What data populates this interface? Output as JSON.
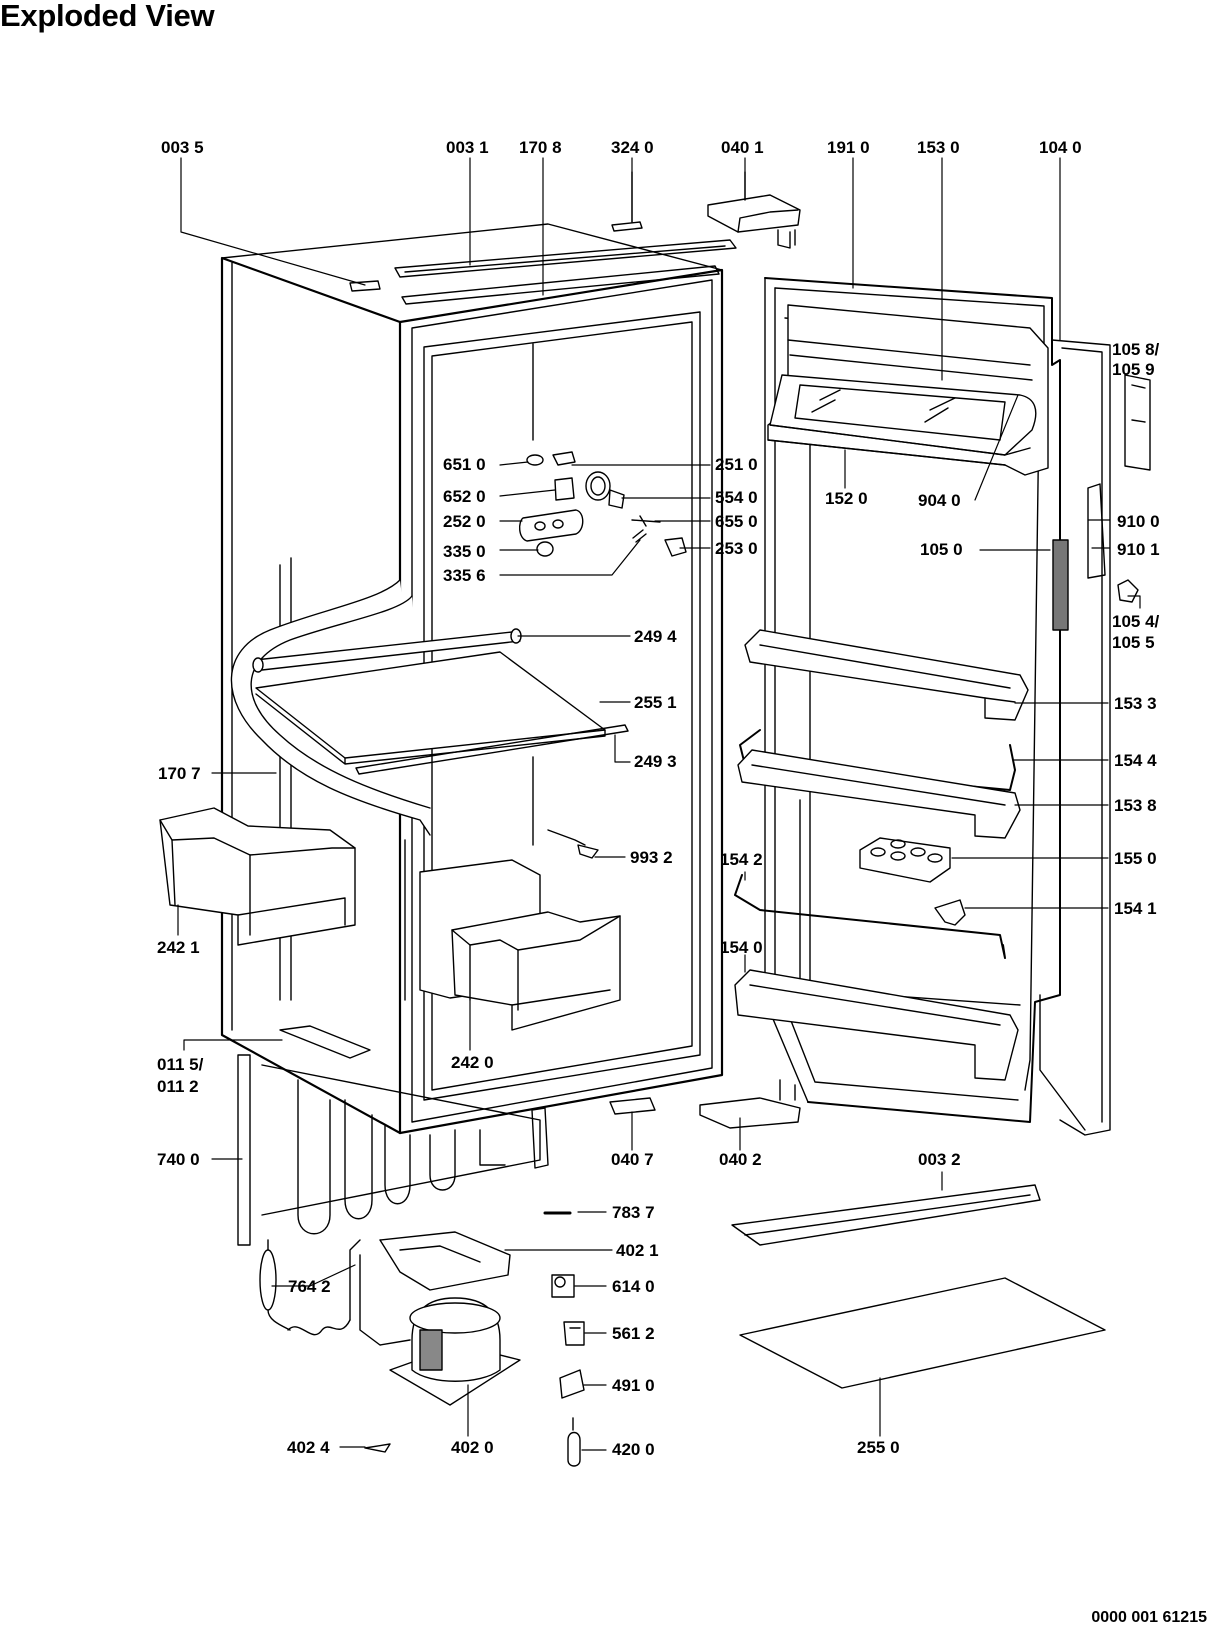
{
  "title": "Exploded View",
  "doc_number": "0000 001 61215",
  "labels": {
    "p0035": "003 5",
    "p0031": "003 1",
    "p1708": "170 8",
    "p3240": "324 0",
    "p0401": "040 1",
    "p1910": "191 0",
    "p1530": "153 0",
    "p1040": "104 0",
    "p1058": "105 8/",
    "p1059": "105 9",
    "p6510": "651 0",
    "p2510": "251 0",
    "p6520": "652 0",
    "p5540": "554 0",
    "p2520": "252 0",
    "p6550": "655 0",
    "p3350": "335 0",
    "p2530": "253 0",
    "p3356": "335 6",
    "p1520": "152 0",
    "p9040": "904 0",
    "p9100": "910 0",
    "p1050": "105 0",
    "p9101": "910 1",
    "p1054": "105 4/",
    "p1055": "105 5",
    "p2494": "249 4",
    "p2551": "255 1",
    "p1533": "153 3",
    "p2493": "249 3",
    "p1707": "170 7",
    "p1544": "154 4",
    "p1538": "153 8",
    "p9932": "993 2",
    "p1542": "154 2",
    "p1550": "155 0",
    "p1541": "154 1",
    "p2421": "242 1",
    "p1540": "154 0",
    "p0115": "011 5/",
    "p0112": "011 2",
    "p2420": "242 0",
    "p7400": "740 0",
    "p0407": "040 7",
    "p0402": "040 2",
    "p0032": "003 2",
    "p7837": "783 7",
    "p4021": "402 1",
    "p7642": "764 2",
    "p6140": "614 0",
    "p5612": "561 2",
    "p4910": "491 0",
    "p4024": "402 4",
    "p4020": "402 0",
    "p4200": "420 0",
    "p2550": "255 0"
  }
}
